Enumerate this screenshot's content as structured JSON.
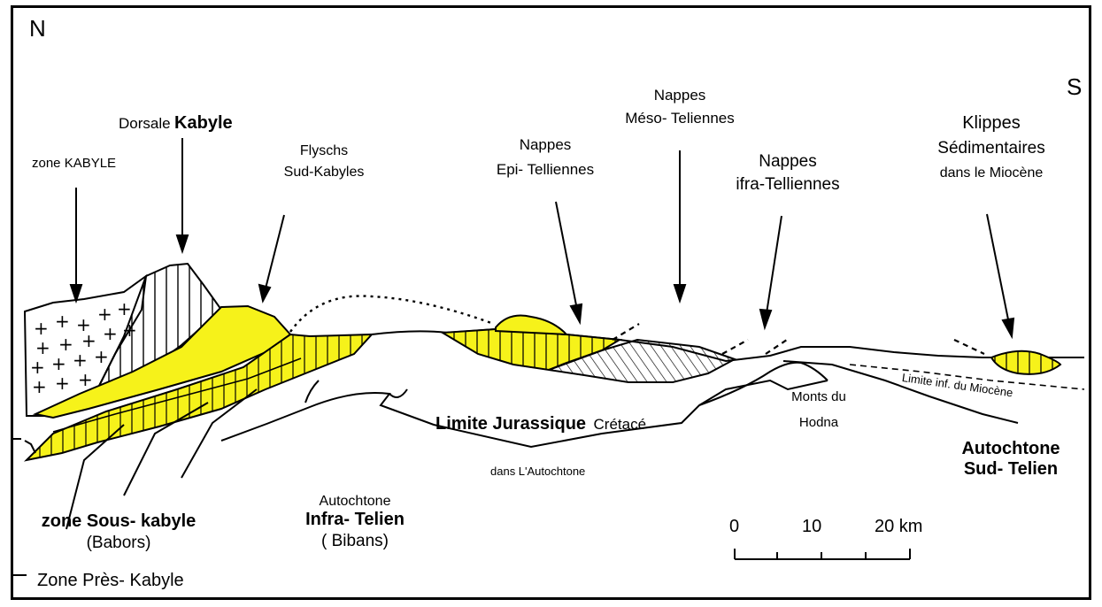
{
  "orientation": {
    "north": "N",
    "south": "S"
  },
  "labels": {
    "zone_kabyle": "zone KABYLE",
    "dorsale": "Dorsale",
    "kabyle": "Kabyle",
    "flyschs_1": "Flyschs",
    "flyschs_2": "Sud-Kabyles",
    "epi_1": "Nappes",
    "epi_2": "Epi- Telliennes",
    "meso_1": "Nappes",
    "meso_2": "Méso- Teliennes",
    "infra_1": "Nappes",
    "infra_2": "ifra-Telliennes",
    "klippes_1": "Klippes",
    "klippes_2": "Sédimentaires",
    "klippes_3": "dans le Miocène",
    "limite_main": "Limite Jurassique",
    "limite_cretace": "Crétacé",
    "dans_autochtone": "dans   L'Autochtone",
    "monts_1": "Monts du",
    "monts_2": "Hodna",
    "limite_miocene": "Limite inf. du Miocène",
    "auto_sud_1": "Autochtone",
    "auto_sud_2": "Sud- Telien",
    "auto_infra_1": "Autochtone",
    "auto_infra_2": "Infra- Telien",
    "auto_infra_3": "( Bibans)",
    "sous_kabyle_1": "zone  Sous- kabyle",
    "sous_kabyle_2": "(Babors)",
    "pres_kabyle": "Zone Près- Kabyle"
  },
  "scale_bar": {
    "t0": "0",
    "t10": "10",
    "t20": "20 km"
  },
  "colors": {
    "yellow": "#f6f21a",
    "line": "#000000",
    "background": "#ffffff"
  }
}
